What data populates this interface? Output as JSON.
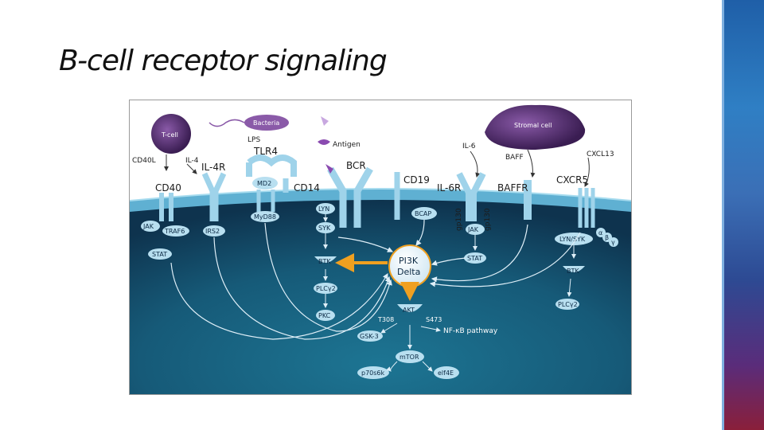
{
  "title": "B-cell receptor signaling",
  "diagram": {
    "cells": {
      "tcell": "T-cell",
      "bacteria": "Bacteria",
      "stromal": "Stromal cell"
    },
    "ligands": {
      "cd40l": "CD40L",
      "il4": "IL-4",
      "lps": "LPS",
      "antigen": "Antigen",
      "il6": "IL-6",
      "baff": "BAFF",
      "cxcl13": "CXCL13"
    },
    "receptors": {
      "cd40": "CD40",
      "il4r": "IL-4R",
      "tlr4": "TLR4",
      "md2": "MD2",
      "cd14": "CD14",
      "bcr": "BCR",
      "cd19": "CD19",
      "il6r": "IL-6R",
      "gp130a": "gp130",
      "gp130b": "gp130",
      "baffr": "BAFFR",
      "cxcr5": "CXCR5"
    },
    "nodes": {
      "jak1": "JAK",
      "traf6": "TRAF6",
      "stat1": "STAT",
      "irs2": "IRS2",
      "myd88": "MyD88",
      "lyn": "LYN",
      "syk": "SYK",
      "btk1": "BTK",
      "plcg1": "PLCγ2",
      "pkc": "PKC",
      "bcap": "BCAP",
      "jak2": "JAK",
      "stat2": "STAT",
      "pi3k1": "PI3K",
      "pi3k2": "Delta",
      "akt": "AKT",
      "t308": "T308",
      "s473": "S473",
      "nfkb": "NF-κB pathway",
      "gsk3": "GSK-3",
      "mtor": "mTOR",
      "p70s6k": "p70s6k",
      "elf4e": "elf4E",
      "lynsyk": "LYN/SYK",
      "btk2": "BTK",
      "plcg2": "PLCγ2",
      "alpha": "α",
      "beta": "β",
      "gamma": "γ"
    }
  },
  "colors": {
    "membrane": "#4a9cc0",
    "cytoplasm_dark": "#0f3550",
    "cytoplasm_light": "#1b6f8f",
    "receptor": "#9fd3ea",
    "node": "#b8dff0",
    "pi3k": "#ffffff",
    "arrow_orange": "#f0a020",
    "accent_bar": "#2f7fc4"
  }
}
